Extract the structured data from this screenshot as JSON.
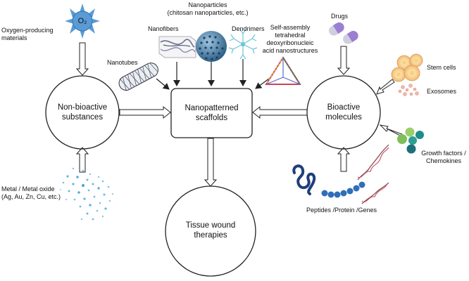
{
  "nodes": {
    "non_bioactive": "Non-bioactive\nsubstances",
    "scaffolds": "Nanopatterned\nscaffolds",
    "bioactive": "Bioactive\nmolecules",
    "therapies": "Tissue wound\ntherapies"
  },
  "labels": {
    "oxygen": "Oxygen-producing\nmaterials",
    "o2": "O₂",
    "nanoparticles": "Nanoparticles\n(chitosan nanoparticles, etc.)",
    "nanofibers": "Nanofibers",
    "nanotubes": "Nanotubes",
    "dendrimers": "Dendrimers",
    "self_assembly": "Self-assembly\ntetrahedral\ndeoxyribonucleic\nacid nanostructures",
    "drugs": "Drugs",
    "stem_cells": "Stem cells",
    "exosomes": "Exosomes",
    "growth_factors": "Growth factors /\nChemokines",
    "peptides": "Peptides /Protein /Genes",
    "metal": "Metal / Metal oxide\n(Ag, Au, Zn, Cu, etc.)"
  },
  "colors": {
    "sun": "#5b9bd5",
    "sun_core": "#2e75b6",
    "capsule_top": "#c8c8d8",
    "capsule_bottom": "#9b7fd1",
    "sphere": "#4a7fa6",
    "dots": "#3aa0d8",
    "protein": "#1f3f7a",
    "beads": "#2e6fb8",
    "gf_green": "#7fbf5a",
    "gf_teal": "#1f8c8c",
    "stem": "#f3b46b",
    "dna": "#8a3a4a",
    "dendrimer": "#6fc4d8"
  }
}
